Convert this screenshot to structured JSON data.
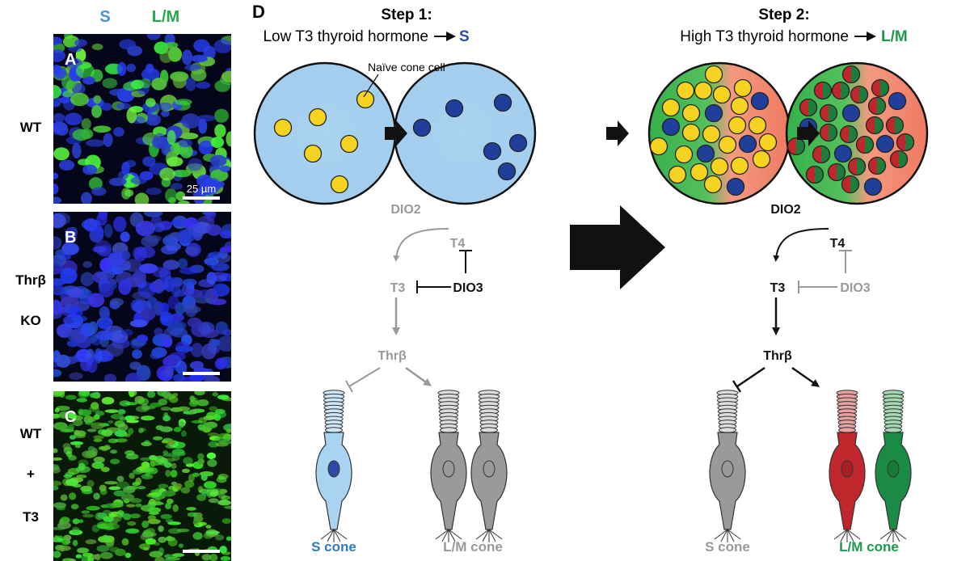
{
  "legend": {
    "s": "S",
    "lm": "L/M"
  },
  "panels": [
    {
      "letter": "A",
      "condition": [
        "WT"
      ],
      "scale_bar": "25 µm",
      "mix": "both"
    },
    {
      "letter": "B",
      "condition": [
        "Thrβ",
        "KO"
      ],
      "scale_bar": "",
      "mix": "blue"
    },
    {
      "letter": "C",
      "condition": [
        "WT",
        "+",
        "T3"
      ],
      "scale_bar": "",
      "mix": "green"
    }
  ],
  "diagram": {
    "letter": "D",
    "step1": {
      "title": "Step 1:",
      "subtitle": "Low T3 thyroid hormone",
      "result": "S"
    },
    "step2": {
      "title": "Step 2:",
      "subtitle": "High T3 thyroid hormone",
      "result": "L/M"
    },
    "callout": "Naïve cone cell",
    "pathway_left": {
      "dio2": "DIO2",
      "t4": "T4",
      "t3": "T3",
      "dio3": "DIO3",
      "thrb": "Thrβ"
    },
    "pathway_right": {
      "dio2": "DIO2",
      "t4": "T4",
      "t3": "T3",
      "dio3": "DIO3",
      "thrb": "Thrβ"
    },
    "cones_left": {
      "s": "S cone",
      "lm": "L/M cone"
    },
    "cones_right": {
      "s": "S cone",
      "lm": "L/M cone"
    }
  },
  "colors": {
    "s_blue": "#2b7bc4",
    "lm_green": "#1a9a4a",
    "gray": "#999999",
    "yellow": "#f5d21e",
    "dark_blue": "#1f3f9a",
    "red": "#c0272d"
  }
}
